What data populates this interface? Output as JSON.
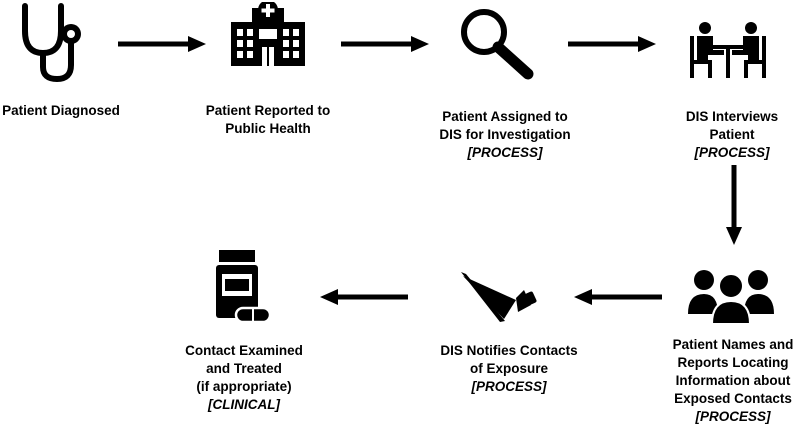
{
  "steps": [
    {
      "id": "diagnosed",
      "lines": [
        "Patient Diagnosed"
      ],
      "tag": "",
      "icon": "stethoscope-icon"
    },
    {
      "id": "reported",
      "lines": [
        "Patient Reported to",
        "Public Health"
      ],
      "tag": "",
      "icon": "hospital-icon"
    },
    {
      "id": "assigned",
      "lines": [
        "Patient Assigned to",
        "DIS for Investigation"
      ],
      "tag": "[PROCESS]",
      "icon": "magnifier-icon"
    },
    {
      "id": "interviews",
      "lines": [
        "DIS Interviews",
        "Patient"
      ],
      "tag": "[PROCESS]",
      "icon": "interview-icon"
    },
    {
      "id": "names",
      "lines": [
        "Patient Names and",
        "Reports Locating",
        "Information about",
        "Exposed Contacts"
      ],
      "tag": "[PROCESS]",
      "icon": "people-group-icon"
    },
    {
      "id": "notifies",
      "lines": [
        "DIS Notifies Contacts",
        "of Exposure"
      ],
      "tag": "[PROCESS]",
      "icon": "megaphone-icon"
    },
    {
      "id": "examined",
      "lines": [
        "Contact Examined",
        "and Treated",
        "(if appropriate)"
      ],
      "tag": "[CLINICAL]",
      "icon": "medication-icon"
    }
  ]
}
